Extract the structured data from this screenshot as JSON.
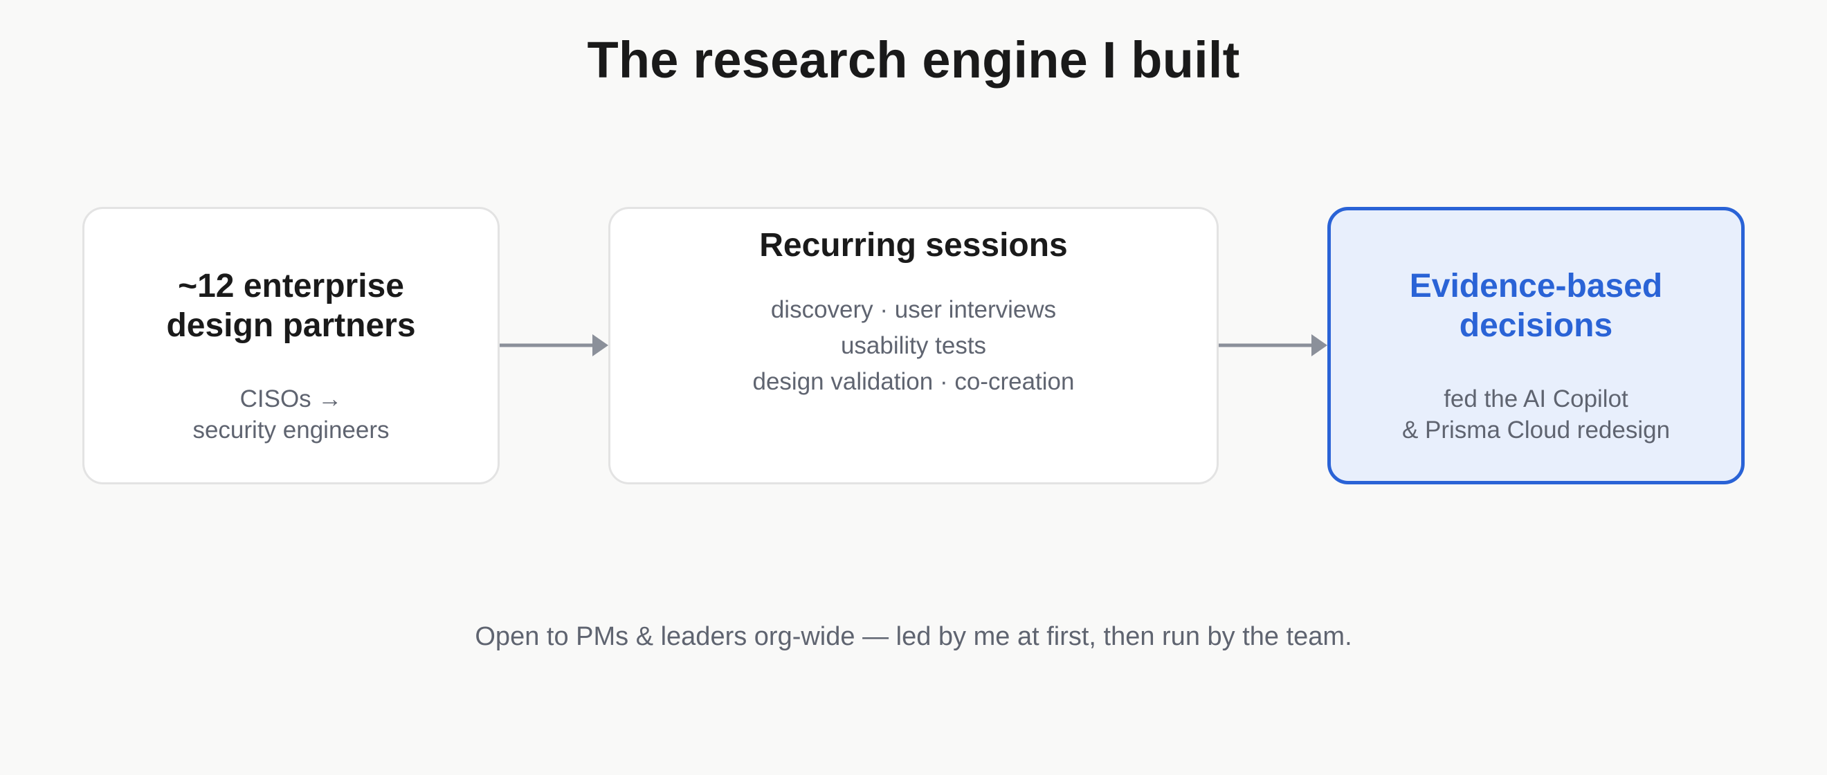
{
  "title": "The research engine I built",
  "steps": [
    {
      "heading_lines": [
        "~12 enterprise",
        "design partners"
      ],
      "detail_lines": [
        "CISOs →",
        "security engineers"
      ]
    },
    {
      "heading_lines": [
        "Recurring sessions"
      ],
      "detail_lines": [
        "discovery · user interviews",
        "usability tests",
        "design validation · co-creation"
      ]
    },
    {
      "heading_lines": [
        "Evidence-based",
        "decisions"
      ],
      "detail_lines": [
        "fed the AI Copilot",
        "& Prisma Cloud redesign"
      ],
      "highlighted": true
    }
  ],
  "footer": "Open to PMs & leaders org-wide — led by me at first, then run by the team.",
  "colors": {
    "accent": "#2a63d6",
    "accent_fill": "#e8effc",
    "arrow": "#8b909a",
    "heading_text": "#1a1a1a",
    "detail_text": "#5f6470",
    "background": "#f9f9f8"
  }
}
